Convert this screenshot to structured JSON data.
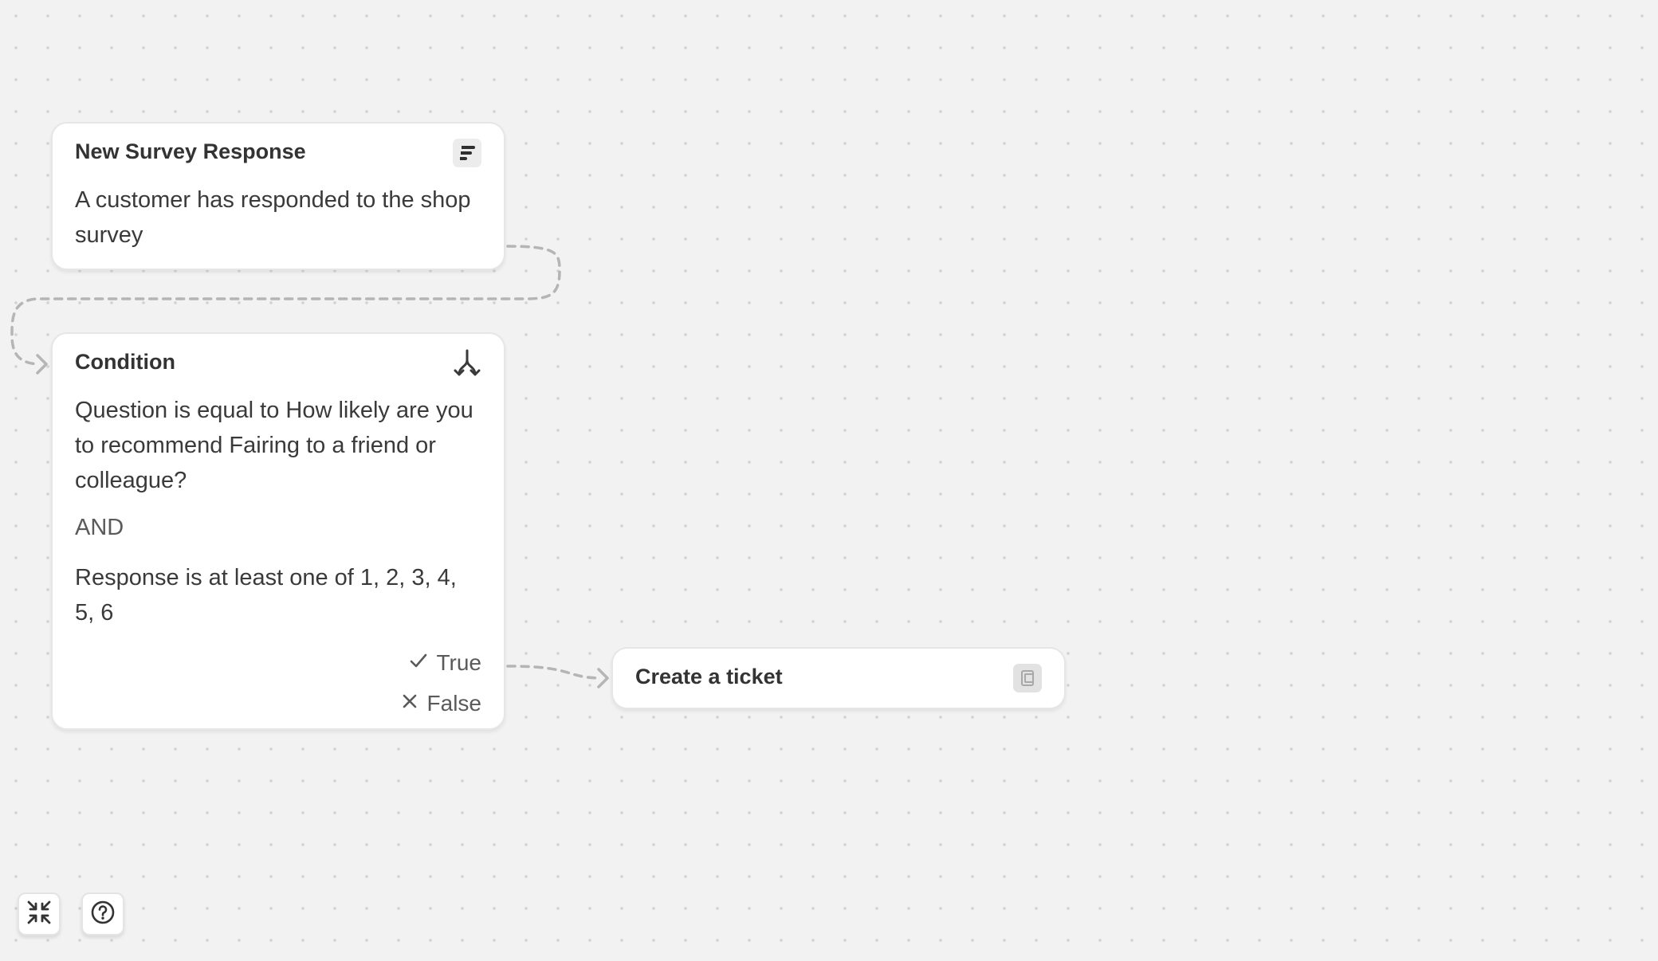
{
  "trigger_node": {
    "title": "New Survey Response",
    "description": "A customer has responded to the shop survey",
    "icon": "fairing-logo-icon"
  },
  "condition_node": {
    "title": "Condition",
    "icon": "branch-split-icon",
    "clause_1": "Question is equal to How likely are you to recommend Fairing to a friend or colleague?",
    "operator": "AND",
    "clause_2": "Response is at least one of 1, 2, 3, 4, 5, 6",
    "true_label": "True",
    "false_label": "False"
  },
  "action_node": {
    "title": "Create a ticket",
    "icon": "ticket-app-icon"
  },
  "controls": {
    "fit_view_icon": "collapse-arrows-icon",
    "help_icon": "question-circle-icon"
  },
  "colors": {
    "canvas_background": "#f2f2f2",
    "dot_grid": "#d4d4d4",
    "node_background": "#ffffff",
    "connector": "#b5b5b5"
  }
}
